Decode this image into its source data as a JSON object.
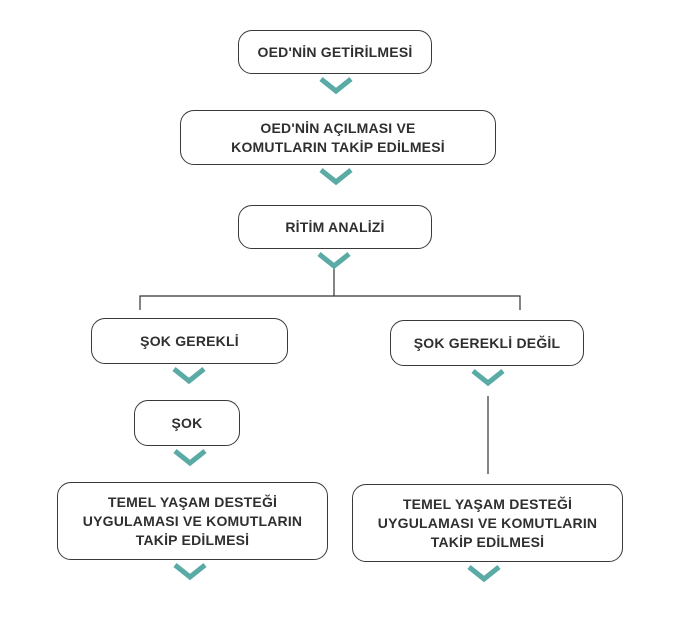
{
  "diagram": {
    "nodes": {
      "n1": "OED'NİN GETİRİLMESİ",
      "n2": "OED'NİN AÇILMASI VE\nKOMUTLARIN TAKİP EDİLMESİ",
      "n3": "RİTİM ANALİZİ",
      "n4": "ŞOK GEREKLİ",
      "n5": "ŞOK GEREKLİ DEĞİL",
      "n6": "ŞOK",
      "n7": "TEMEL YAŞAM DESTEĞİ\nUYGULAMASI VE KOMUTLARIN\nTAKİP EDİLMESİ",
      "n8": "TEMEL YAŞAM DESTEĞİ\nUYGULAMASI VE KOMUTLARIN\nTAKİP EDİLMESİ"
    },
    "edges": [
      [
        "n1",
        "n2"
      ],
      [
        "n2",
        "n3"
      ],
      [
        "n3",
        "n4"
      ],
      [
        "n3",
        "n5"
      ],
      [
        "n4",
        "n6"
      ],
      [
        "n6",
        "n7"
      ],
      [
        "n5",
        "n8"
      ]
    ],
    "colors": {
      "border": "#3a3a3a",
      "text": "#2f2f2f",
      "arrow": "#5aaaa5",
      "connector": "#333333"
    }
  }
}
